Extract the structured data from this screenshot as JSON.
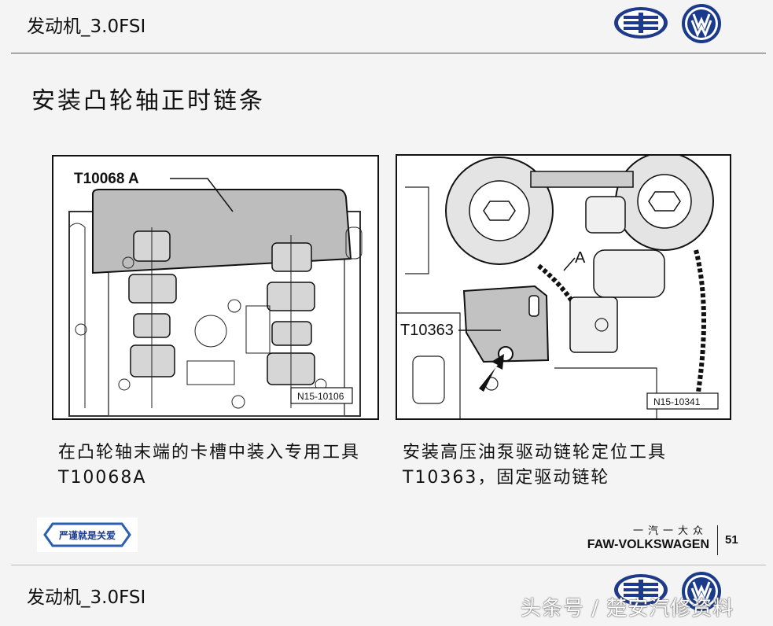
{
  "header": {
    "title": "发动机_3.0FSI"
  },
  "slide": {
    "title": "安装凸轮轴正时链条"
  },
  "figures": [
    {
      "label": "T10068 A",
      "code": "N15-10106",
      "caption": "在凸轮轴末端的卡槽中装入专用工具T10068A"
    },
    {
      "label": "T10363",
      "label_a": "A",
      "code": "N15-10341",
      "caption": "安装高压油泵驱动链轮定位工具T10363，固定驱动链轮"
    }
  ],
  "footer": {
    "logo_text": "严谨就是关爱",
    "brand_cn": "一汽一大众",
    "brand_en": "FAW-VOLKSWAGEN",
    "page": "51",
    "title": "发动机_3.0FSI",
    "watermark": "头条号 / 楚安汽修资料"
  },
  "colors": {
    "faw_blue": "#1f3a8a",
    "vw_blue": "#1a3b8c",
    "rule": "#555555"
  }
}
